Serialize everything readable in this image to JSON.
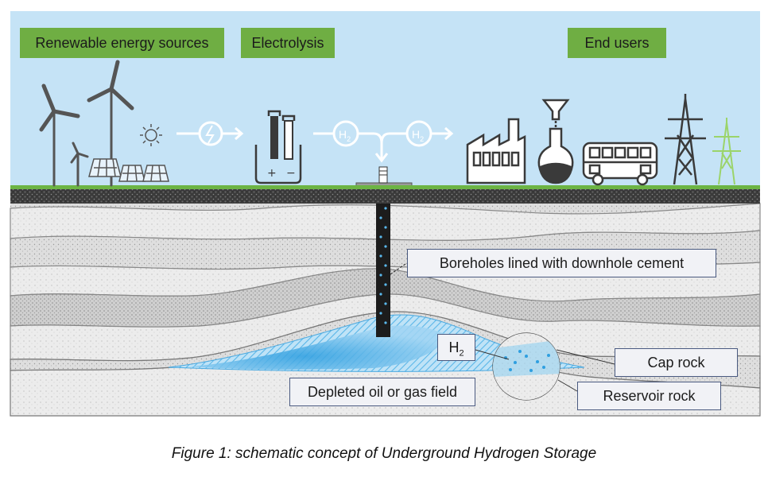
{
  "labels": {
    "renewable": "Renewable energy sources",
    "electrolysis": "Electrolysis",
    "end_users": "End users",
    "boreholes": "Boreholes lined with downhole cement",
    "h2_main": "H",
    "h2_sub": "2",
    "cap_rock": "Cap rock",
    "reservoir_rock": "Reservoir rock",
    "depleted_field": "Depleted oil or gas field"
  },
  "icons": {
    "h2_bubble_main": "H",
    "h2_bubble_sub": "2",
    "battery_plus": "+",
    "battery_minus": "−"
  },
  "caption": "Figure 1: schematic concept of Underground Hydrogen Storage",
  "colors": {
    "sky": "#c5e3f6",
    "label_green": "#6fae43",
    "ground_line": "#6cb444",
    "hydrogen_blue": "#3aa7e0"
  }
}
